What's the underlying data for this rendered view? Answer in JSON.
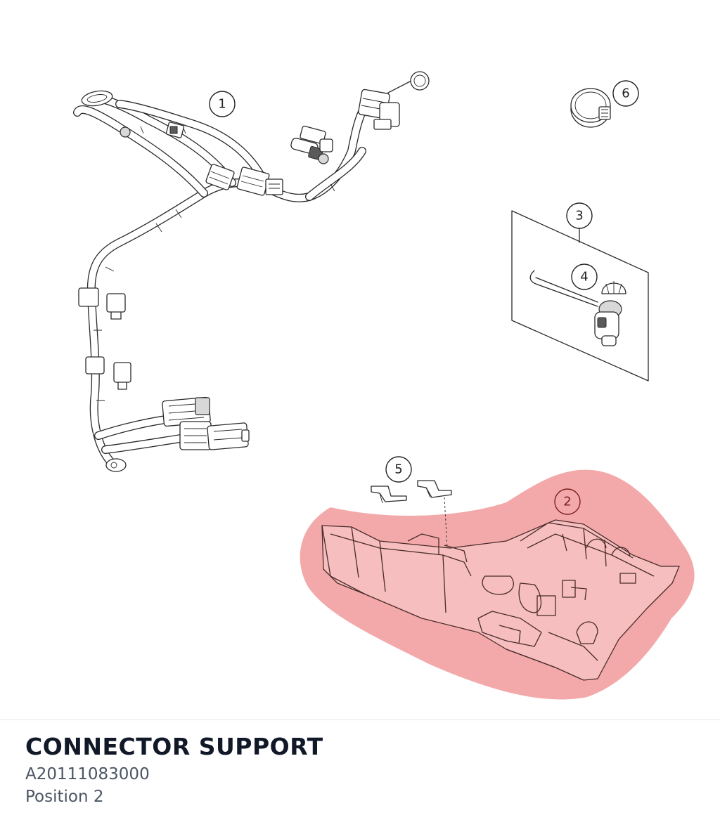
{
  "part": {
    "name": "CONNECTOR SUPPORT",
    "number": "A20111083000",
    "position": "Position 2"
  },
  "callouts": [
    {
      "id": "1",
      "label": "1"
    },
    {
      "id": "2",
      "label": "2"
    },
    {
      "id": "3",
      "label": "3"
    },
    {
      "id": "4",
      "label": "4"
    },
    {
      "id": "5",
      "label": "5"
    },
    {
      "id": "6",
      "label": "6"
    }
  ],
  "highlight": {
    "callout": "2",
    "color": "#f3a9a9"
  }
}
